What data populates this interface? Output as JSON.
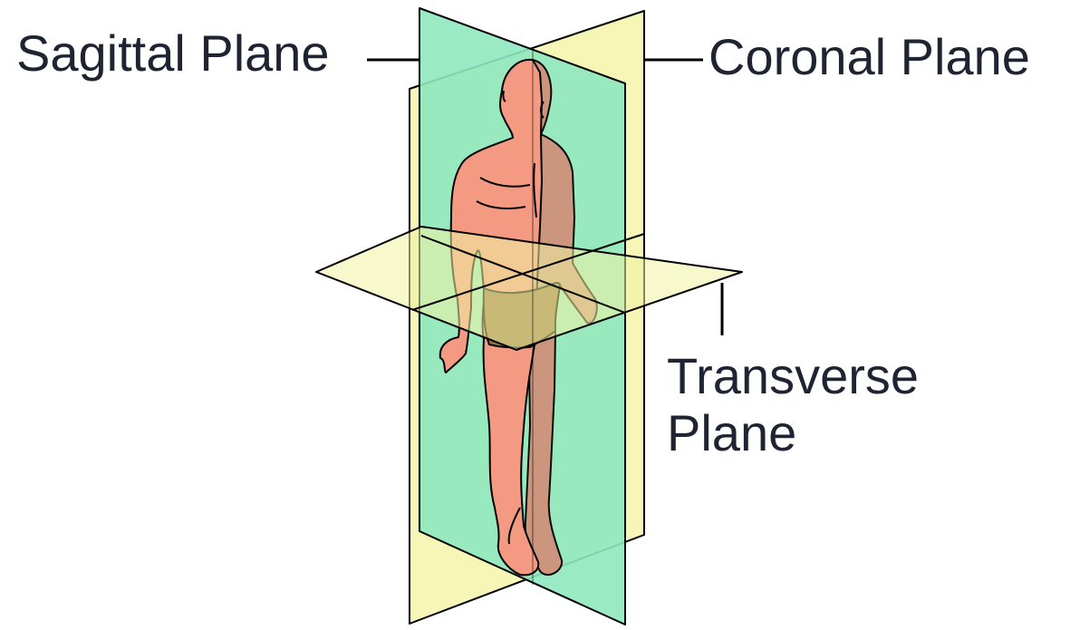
{
  "labels": {
    "sagittal": "Sagittal Plane",
    "coronal": "Coronal Plane",
    "transverse_line1": "Transverse",
    "transverse_line2": "Plane"
  },
  "colors": {
    "text": "#1f2433",
    "sagittal_plane": "#7fe0b4",
    "coronal_plane": "#f6f6b6",
    "transverse_plane": "#f1f3a3",
    "skin_front": "#f49a82",
    "skin_back": "#cf927b",
    "shorts": "#977344",
    "outline": "#000000"
  }
}
